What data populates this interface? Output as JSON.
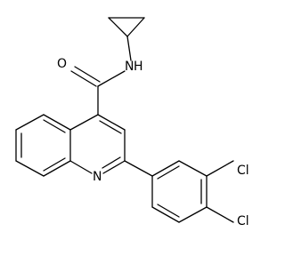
{
  "atom_labels": {
    "carbonyl_oxygen": "O",
    "amide_nitrogen": "N",
    "amide_hydrogen": "H",
    "quinoline_nitrogen": "N",
    "chloro_upper": "Cl",
    "chloro_lower": "Cl"
  },
  "colors": {
    "bond": "#000000",
    "background": "#ffffff"
  }
}
